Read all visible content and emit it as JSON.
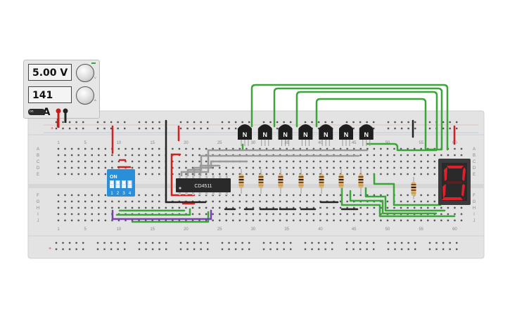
{
  "power_supply": {
    "voltage": "5.00 V",
    "current": "141 mA",
    "voltage_knob_label": "V",
    "current_knob_label": "A",
    "power_button_label": "on"
  },
  "breadboard": {
    "column_labels_top": [
      "1",
      "5",
      "10",
      "15",
      "20",
      "25",
      "30",
      "35",
      "40",
      "45",
      "50",
      "55",
      "60"
    ],
    "column_labels_bottom": [
      "1",
      "5",
      "10",
      "15",
      "20",
      "25",
      "30",
      "35",
      "40",
      "45",
      "50",
      "55",
      "60"
    ],
    "row_labels_top": [
      "A",
      "B",
      "C",
      "D",
      "E"
    ],
    "row_labels_bottom": [
      "F",
      "G",
      "H",
      "I",
      "J"
    ],
    "rail_plus": "+",
    "rail_minus": "−"
  },
  "dip_switch": {
    "on_label": "ON",
    "switch_numbers": [
      "1",
      "2",
      "3",
      "4"
    ]
  },
  "ic": {
    "label": "CD4511"
  },
  "transistors": {
    "label": "N",
    "count": 7
  },
  "seven_segment": {
    "digit": "0",
    "color": "#e0202a"
  },
  "colors": {
    "wire_green": "#3aa63a",
    "wire_red": "#d42020",
    "wire_black": "#222222",
    "wire_gray": "#9a9a9a",
    "wire_purple": "#7b3fb0",
    "dip_blue": "#2a8fd8"
  }
}
